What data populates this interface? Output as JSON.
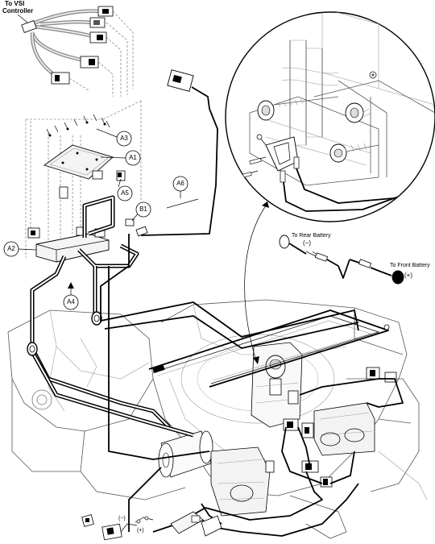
{
  "labels": {
    "vsi_line1": "To VSI",
    "vsi_line2": "Controller",
    "rear_battery": "To Rear Battery",
    "rear_battery_sign": "(−)",
    "front_battery": "To Front Battery",
    "front_battery_sign": "(+)",
    "bottom_minus": "(−)",
    "bottom_plus": "(+)"
  },
  "callouts": {
    "a1": "A1",
    "a2": "A2",
    "a3": "A3",
    "a4": "A4",
    "a5": "A5",
    "a6": "A6",
    "b1": "B1"
  },
  "colors": {
    "line": "#000000",
    "frame": "#555555",
    "light": "#9a9a9a",
    "background": "#ffffff"
  }
}
